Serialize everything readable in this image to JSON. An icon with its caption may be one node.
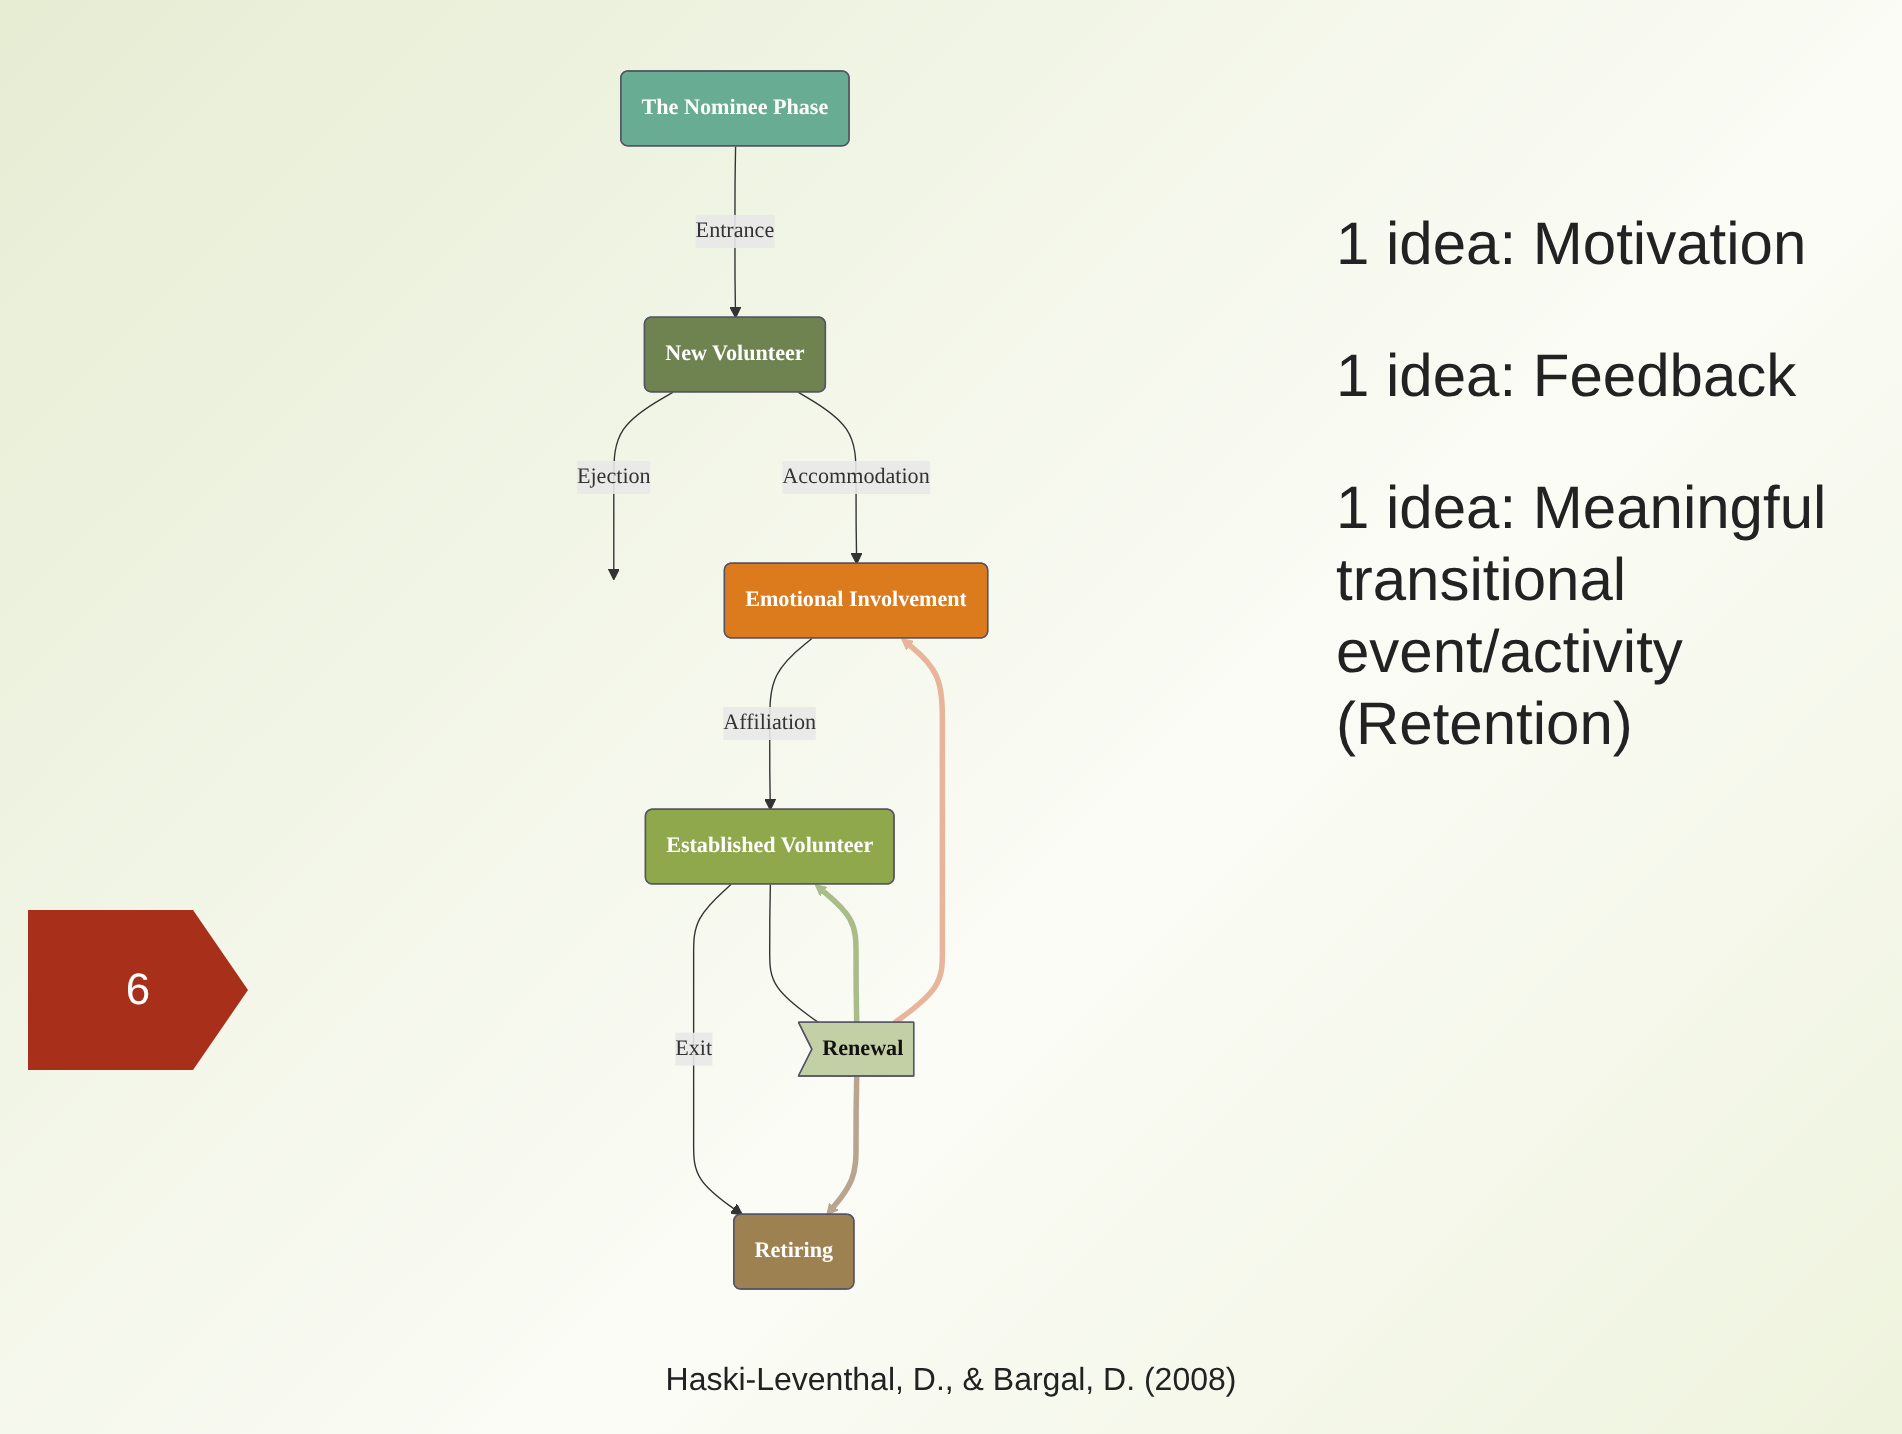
{
  "diagram": {
    "caption": "Haski-Leventhal, D., & Bargal, D. (2008)",
    "nodes": [
      {
        "text": [
          "The Nominee Phase"
        ]
      },
      {
        "text": [
          "New Volunteer"
        ]
      },
      {
        "text": [
          "Emotional Involvement"
        ]
      },
      {
        "text": [
          "Established Volunteer"
        ]
      },
      {
        "text": [
          "Retiring"
        ]
      },
      {
        "text": [
          "Renewal"
        ]
      }
    ],
    "edges": [
      {
        "from": 0,
        "to": 1,
        "arrow": "to",
        "label": "Entrance"
      },
      {
        "from": 1,
        "to": null,
        "arrow": "to",
        "label": "Ejection"
      },
      {
        "from": 1,
        "to": 2,
        "arrow": "to",
        "label": "Accommodation"
      },
      {
        "from": 2,
        "to": 3,
        "arrow": "to",
        "label": "Affiliation"
      },
      {
        "from": 3,
        "to": 4,
        "arrow": "to",
        "label": "Exit"
      },
      {
        "from": 3,
        "to": 5,
        "arrow": "none"
      },
      {
        "from": 5,
        "to": 2,
        "arrow": "to",
        "style": "thick",
        "color": "#e8b49c"
      },
      {
        "from": 5,
        "to": 3,
        "arrow": "to",
        "style": "thick",
        "color": "#a9bd8a"
      },
      {
        "from": 5,
        "to": 4,
        "arrow": "to",
        "style": "thick",
        "color": "#b9a58f"
      }
    ],
    "labels": [
      "6",
      "1 idea: Motivation",
      "1 idea: Feedback",
      "1 idea: Meaningful transitional event/activity (Retention)"
    ]
  }
}
